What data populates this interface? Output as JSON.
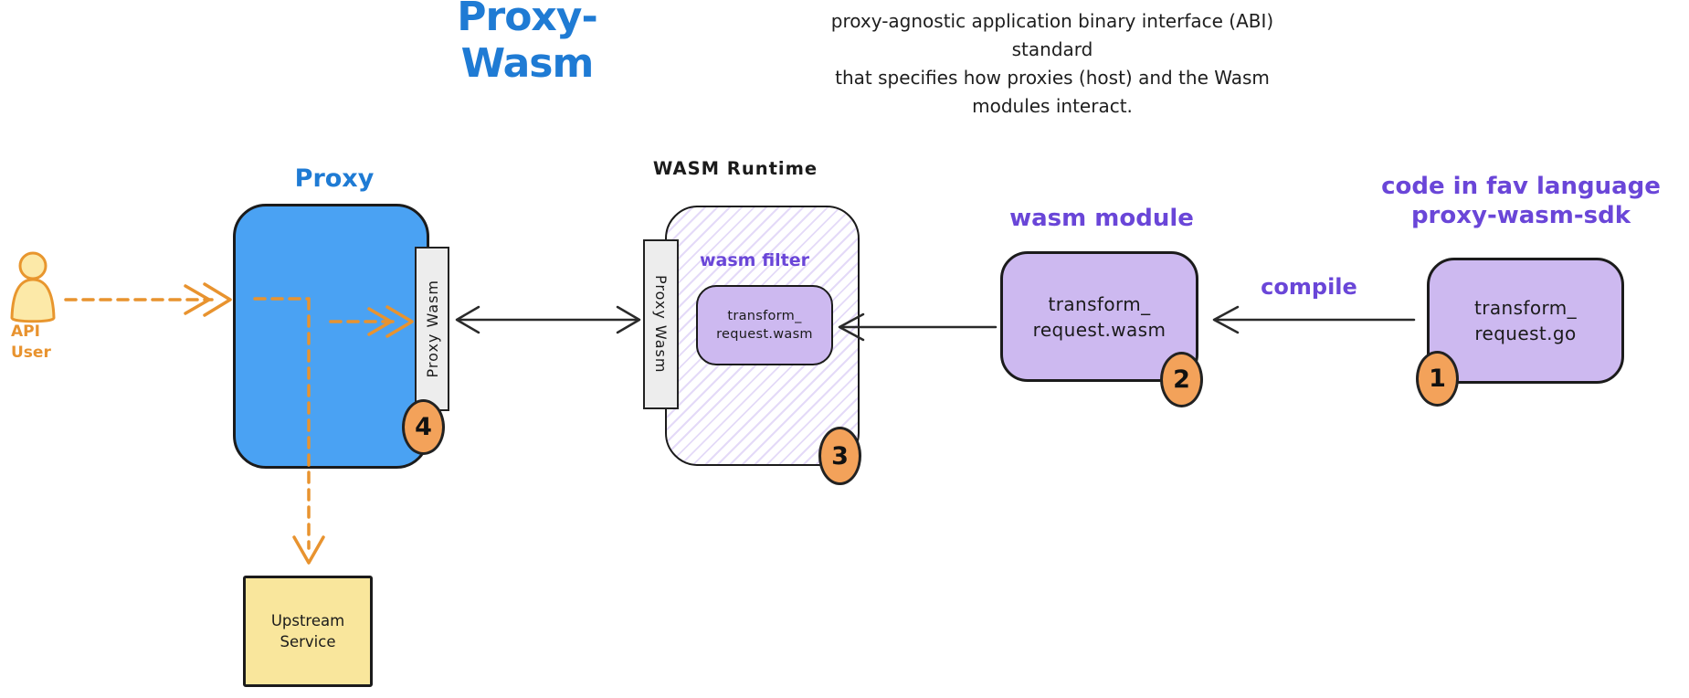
{
  "header": {
    "title": "Proxy-Wasm",
    "subtitle_line1": "proxy-agnostic application binary interface (ABI) standard",
    "subtitle_line2": "that specifies how proxies (host) and the Wasm modules interact."
  },
  "api_user": {
    "line1": "API",
    "line2": "User"
  },
  "proxy": {
    "title": "Proxy",
    "strip_label": "Proxy Wasm",
    "badge": "4"
  },
  "upstream": {
    "line1": "Upstream",
    "line2": "Service"
  },
  "runtime": {
    "title": "WASM Runtime",
    "strip_label": "Proxy Wasm",
    "filter_label": "wasm filter",
    "file_line1": "transform_",
    "file_line2": "request.wasm",
    "badge": "3"
  },
  "module": {
    "title": "wasm module",
    "file_line1": "transform_",
    "file_line2": "request.wasm",
    "badge": "2"
  },
  "source": {
    "title_line1": "code in fav language",
    "title_line2": "proxy-wasm-sdk",
    "file_line1": "transform_",
    "file_line2": "request.go",
    "badge": "1"
  },
  "labels": {
    "compile": "compile"
  },
  "colors": {
    "accent_blue": "#1f7bd4",
    "proxy_fill": "#4aa2f3",
    "purple_text": "#6a46d8",
    "purple_fill": "#cdb9f0",
    "orange": "#e8932f",
    "badge_fill": "#f3a25a",
    "yellow_fill": "#f9e69c",
    "ink": "#1b1b1b"
  }
}
